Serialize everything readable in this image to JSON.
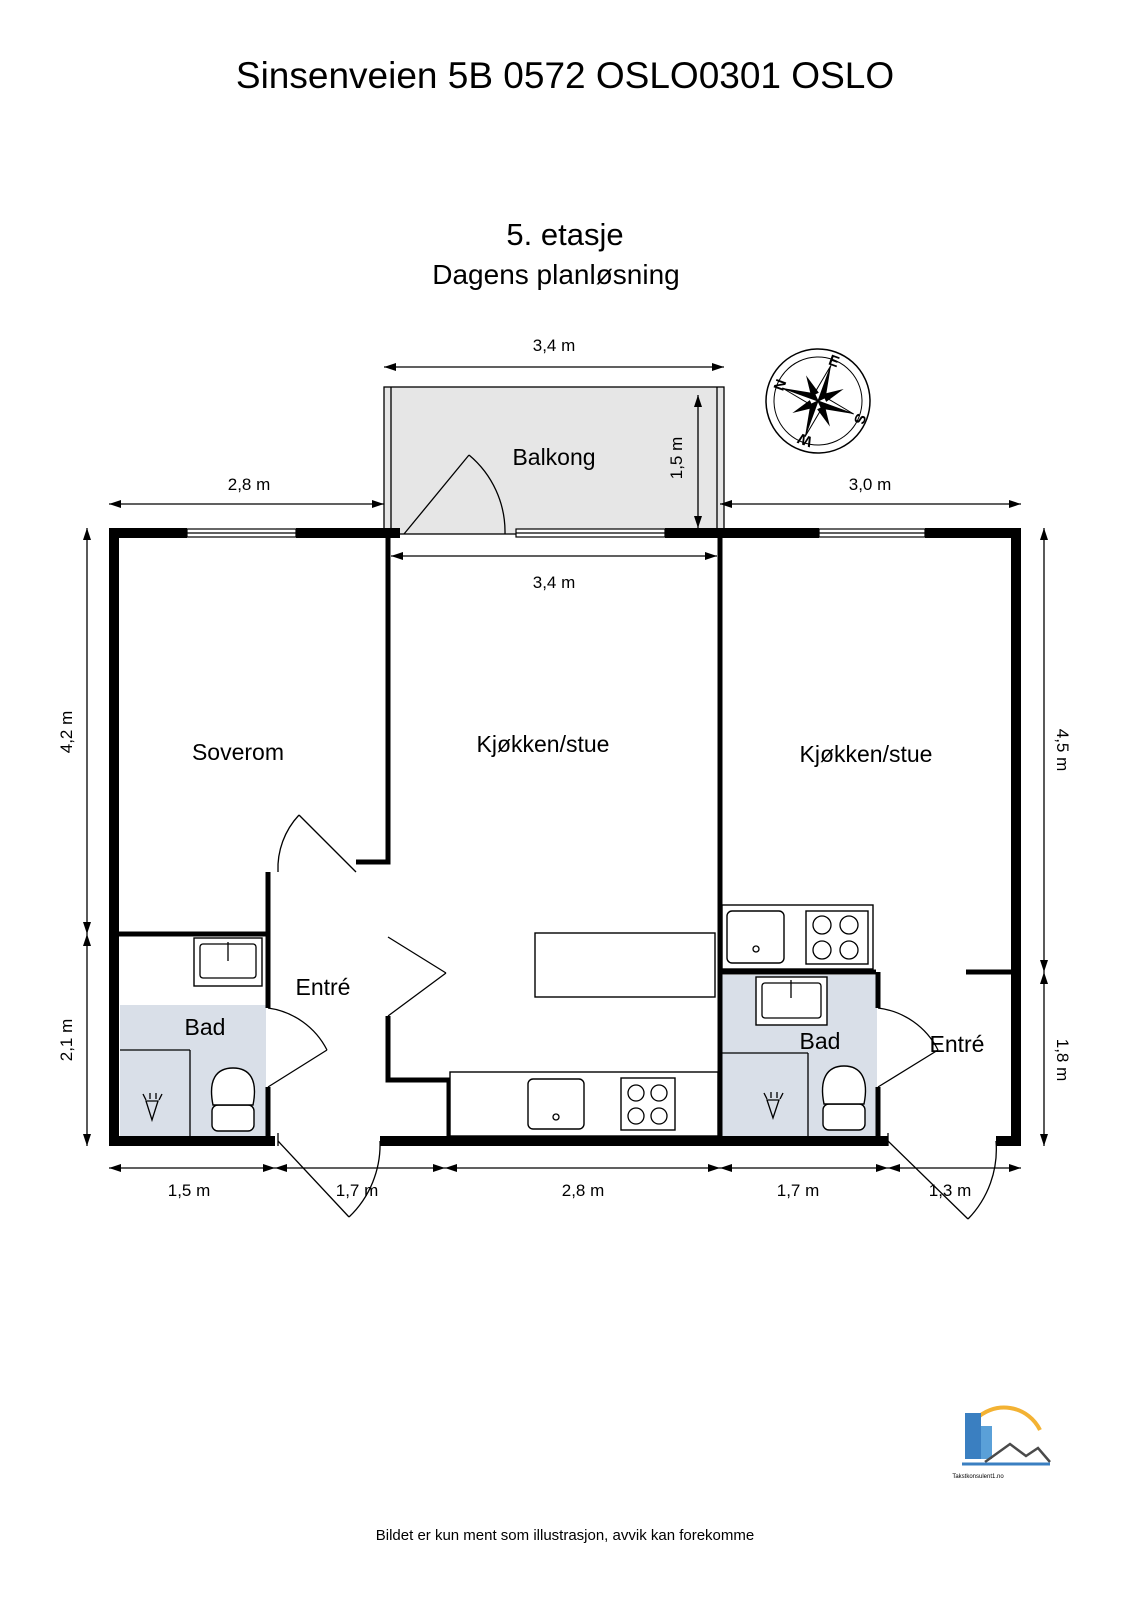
{
  "header": {
    "address": "Sinsenveien 5B 0572 OSLO0301 OSLO",
    "floor": "5. etasje",
    "subtitle": "Dagens planløsning"
  },
  "rooms": {
    "balcony": "Balkong",
    "bedroom": "Soverom",
    "living_center": "Kjøkken/stue",
    "living_right": "Kjøkken/stue",
    "hall_left": "Entré",
    "hall_right": "Entré",
    "bath_left": "Bad",
    "bath_right": "Bad"
  },
  "dimensions": {
    "balcony_width_top": "3,4 m",
    "balcony_depth": "1,5 m",
    "left_top_width": "2,8 m",
    "right_top_width": "3,0 m",
    "center_inner_width": "3,4 m",
    "left_height_upper": "4,2 m",
    "left_height_lower": "2,1 m",
    "right_height_upper": "4,5 m",
    "right_height_lower": "1,8 m",
    "bottom_1": "1,5 m",
    "bottom_2": "1,7 m",
    "bottom_3": "2,8 m",
    "bottom_4": "1,7 m",
    "bottom_5": "1,3 m"
  },
  "compass": {
    "n": "N",
    "e": "E",
    "s": "S",
    "w": "W"
  },
  "logo": {
    "text": "Takstkonsulent1.no",
    "icon": "building-sun-logo"
  },
  "footer": "Bildet er kun ment som illustrasjon, avvik kan forekomme",
  "colors": {
    "wet_room": "#d9dfe8",
    "balcony": "#e6e6e6",
    "walls": "#000000"
  }
}
